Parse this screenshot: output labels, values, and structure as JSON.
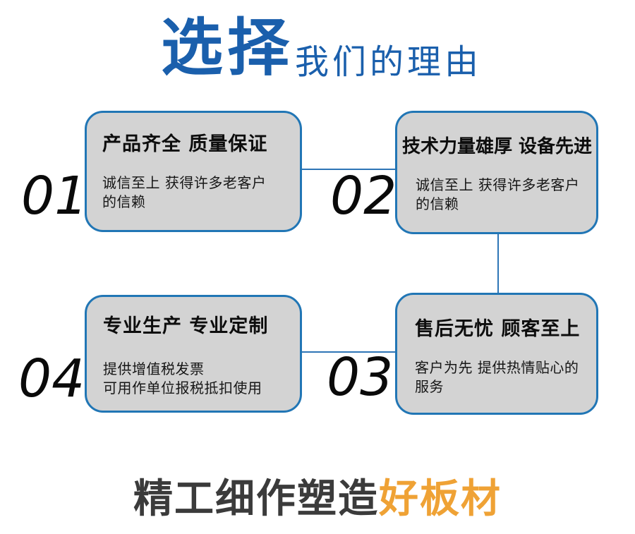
{
  "header": {
    "highlight": "选择",
    "rest": "我们的理由"
  },
  "boxes": [
    {
      "number": "01",
      "title": "产品齐全 质量保证",
      "sub_lines": [
        "诚信至上 获得许多老客户",
        "的信赖"
      ]
    },
    {
      "number": "02",
      "title": "技术力量雄厚 设备先进",
      "sub_lines": [
        "诚信至上 获得许多老客户",
        "的信赖"
      ]
    },
    {
      "number": "03",
      "title": "售后无忧 顾客至上",
      "sub_lines": [
        "客户为先 提供热情贴心的",
        "服务"
      ]
    },
    {
      "number": "04",
      "title": "专业生产 专业定制",
      "sub_lines": [
        "提供增值税发票",
        "可用作单位报税抵扣使用"
      ]
    }
  ],
  "footer": {
    "normal": "精工细作塑造",
    "highlight": "好板材"
  },
  "colors": {
    "primary_blue": "#1a5fac",
    "border_blue": "#2176b5",
    "connector_blue": "#2e75b6",
    "box_gray": "#d3d3d3",
    "footer_dark": "#3b3b3b",
    "footer_orange": "#efa235",
    "number_black": "#0a0a0a"
  }
}
